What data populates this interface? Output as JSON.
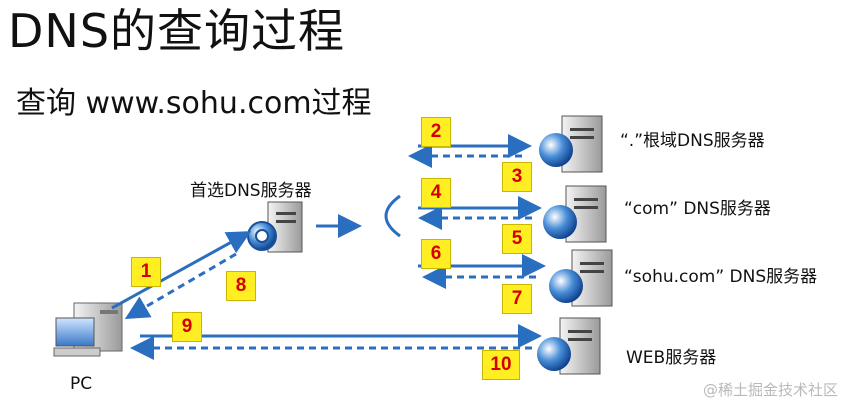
{
  "title": "DNS的查询过程",
  "subtitle": "查询 www.sohu.com过程",
  "nodes": {
    "pc": "PC",
    "local_dns": "首选DNS服务器",
    "root_dns": "“.”根域DNS服务器",
    "com_dns": "“com” DNS服务器",
    "sohu_dns": "“sohu.com” DNS服务器",
    "web": "WEB服务器"
  },
  "steps": [
    "1",
    "2",
    "3",
    "4",
    "5",
    "6",
    "7",
    "8",
    "9",
    "10"
  ],
  "watermark": "@稀土掘金技术社区",
  "colors": {
    "arrow": "#2a6ebf",
    "step_bg": "#ffee22",
    "step_text": "#d40000"
  }
}
